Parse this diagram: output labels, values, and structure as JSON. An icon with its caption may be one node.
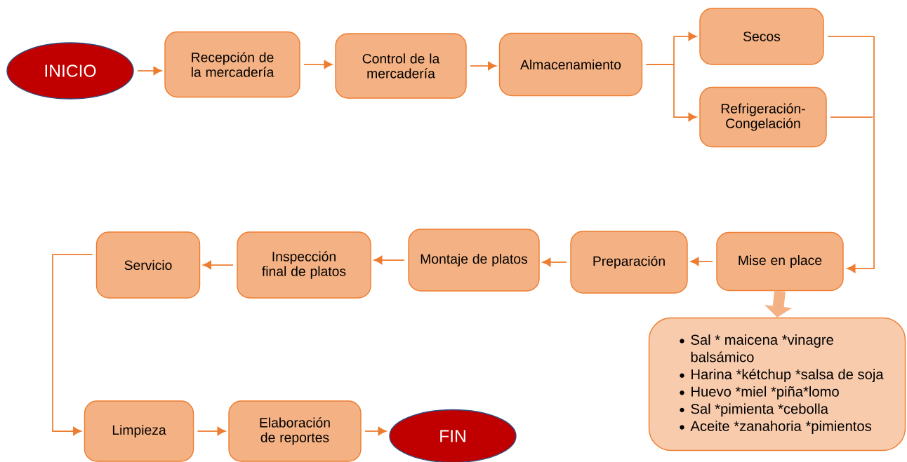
{
  "diagram": {
    "nodes": [
      {
        "text": [
          "INICIO"
        ]
      },
      {
        "text": [
          "Recepción de la mercadería"
        ]
      },
      {
        "text": [
          "Control de la mercadería"
        ]
      },
      {
        "text": [
          "Almacenamiento"
        ]
      },
      {
        "text": [
          "Secos"
        ]
      },
      {
        "text": [
          "Refrigeración- Congelación"
        ]
      },
      {
        "text": [
          "Mise en place"
        ]
      },
      {
        "text": [
          "Preparación"
        ]
      },
      {
        "text": [
          "Montaje de platos"
        ]
      },
      {
        "text": [
          "Inspección final de platos"
        ]
      },
      {
        "text": [
          "Servicio"
        ]
      },
      {
        "text": [
          "Sal * maicena *vinagre balsámico",
          "Harina *kétchup *salsa de soja",
          "Huevo *miel *piña*lomo",
          "Sal *pimienta *cebolla",
          "Aceite *zanahoria *pimientos"
        ]
      },
      {
        "text": [
          "Limpieza"
        ]
      },
      {
        "text": [
          "Elaboración de reportes"
        ]
      },
      {
        "text": [
          "FIN"
        ]
      }
    ],
    "edges": [
      {
        "from": 0,
        "to": 1,
        "arrow": "to"
      },
      {
        "from": 1,
        "to": 2,
        "arrow": "to"
      },
      {
        "from": 2,
        "to": 3,
        "arrow": "to"
      },
      {
        "from": 3,
        "to": 4,
        "arrow": "to"
      },
      {
        "from": 3,
        "to": 5,
        "arrow": "to"
      },
      {
        "from": 4,
        "to": 6,
        "arrow": "to"
      },
      {
        "from": 5,
        "to": 6,
        "arrow": "to"
      },
      {
        "from": 6,
        "to": 7,
        "arrow": "to"
      },
      {
        "from": 6,
        "to": 11,
        "arrow": "to",
        "style": "thick"
      },
      {
        "from": 7,
        "to": 8,
        "arrow": "to"
      },
      {
        "from": 8,
        "to": 9,
        "arrow": "to"
      },
      {
        "from": 9,
        "to": 10,
        "arrow": "to"
      },
      {
        "from": 10,
        "to": 12,
        "arrow": "to"
      },
      {
        "from": 12,
        "to": 13,
        "arrow": "to"
      },
      {
        "from": 13,
        "to": 14,
        "arrow": "to"
      }
    ]
  }
}
